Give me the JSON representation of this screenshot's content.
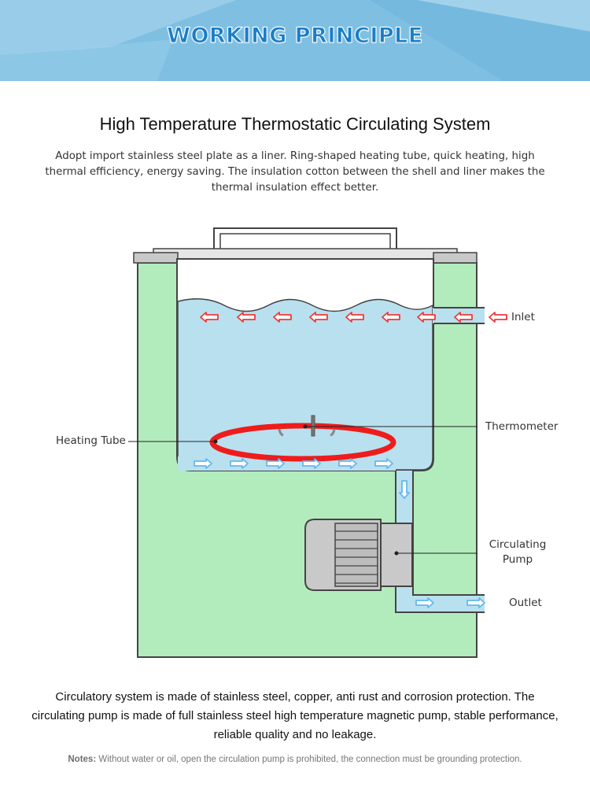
{
  "banner": {
    "title": "WORKING PRINCIPLE"
  },
  "heading": "High Temperature Thermostatic Circulating System",
  "intro": "Adopt import stainless steel plate as a liner. Ring-shaped heating tube, quick heating, high thermal efficiency, energy saving. The insulation cotton between the shell and liner makes the thermal insulation effect better.",
  "diagram": {
    "labels": {
      "inlet": "Inlet",
      "thermometer": "Thermometer",
      "heating_tube": "Heating Tube",
      "pump_line1": "Circulating",
      "pump_line2": "Pump",
      "outlet": "Outlet"
    },
    "colors": {
      "shell": "#b3ecbc",
      "water": "#b9e0ee",
      "heater": "#ef1c1c",
      "arrow_hot": "#ee3a3a",
      "arrow_cool": "#63b7f0",
      "pump_body": "#c9c9c9"
    }
  },
  "footer": "Circulatory system is made of stainless steel, copper, anti rust and corrosion protection. The circulating pump is made of full stainless steel high temperature magnetic pump, stable performance, reliable quality and no leakage.",
  "notes": {
    "label": "Notes:",
    "text": " Without water or oil, open the circulation pump is prohibited, the connection must be grounding protection."
  }
}
